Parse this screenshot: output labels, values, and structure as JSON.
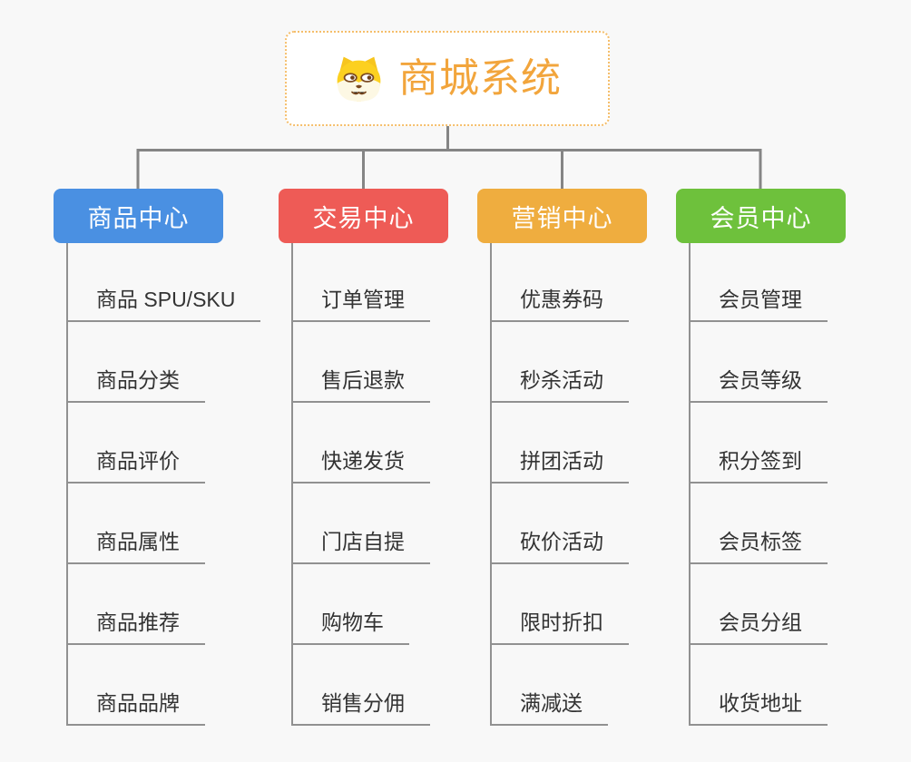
{
  "app": {
    "background": "#F8F8F8",
    "line_color": "#858585",
    "underline_color": "#919191",
    "item_text_color": "#333333"
  },
  "root": {
    "title": "商城系统",
    "icon": "dog-icon",
    "accent_color": "#F2A53C",
    "border_color": "#F5BE6B",
    "background": "#FFFFFF"
  },
  "branches": [
    {
      "label": "商品中心",
      "color": "#4A90E2",
      "items": [
        "商品 SPU/SKU",
        "商品分类",
        "商品评价",
        "商品属性",
        "商品推荐",
        "商品品牌"
      ]
    },
    {
      "label": "交易中心",
      "color": "#EE5B56",
      "items": [
        "订单管理",
        "售后退款",
        "快递发货",
        "门店自提",
        "购物车",
        "销售分佣"
      ]
    },
    {
      "label": "营销中心",
      "color": "#EFAD3F",
      "items": [
        "优惠券码",
        "秒杀活动",
        "拼团活动",
        "砍价活动",
        "限时折扣",
        "满减送"
      ]
    },
    {
      "label": "会员中心",
      "color": "#6EC13C",
      "items": [
        "会员管理",
        "会员等级",
        "积分签到",
        "会员标签",
        "会员分组",
        "收货地址"
      ]
    }
  ]
}
